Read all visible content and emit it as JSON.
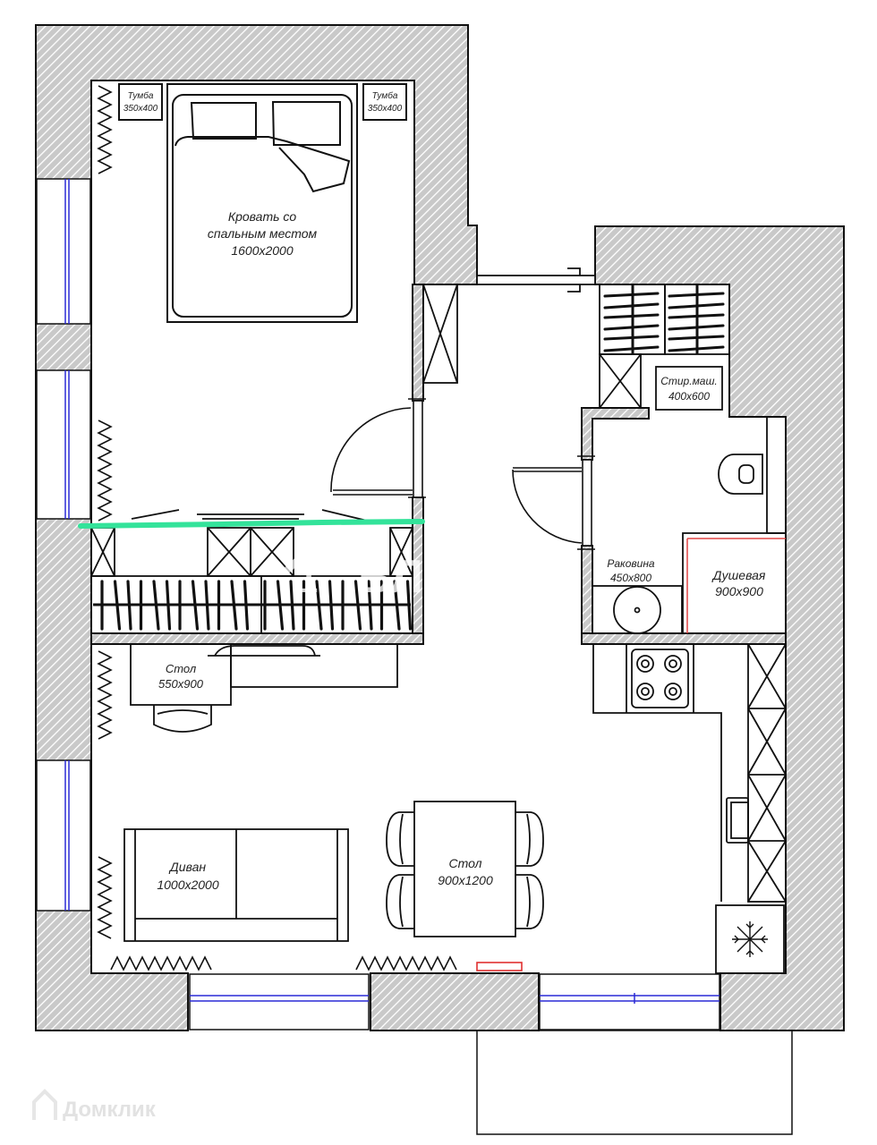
{
  "plan": {
    "title_hidden": "",
    "labels": {
      "nightstand_left": {
        "name": "Тумба",
        "size": "350x400"
      },
      "nightstand_right": {
        "name": "Тумба",
        "size": "350x400"
      },
      "bed": {
        "line1": "Кровать со",
        "line2": "спальным местом",
        "size": "1600x2000"
      },
      "washer": {
        "name": "Стир.маш.",
        "size": "400x600"
      },
      "sink": {
        "name": "Раковина",
        "size": "450x800"
      },
      "shower": {
        "name": "Душевая",
        "size": "900x900"
      },
      "desk": {
        "name": "Стол",
        "size": "550x900"
      },
      "sofa": {
        "name": "Диван",
        "size": "1000x2000"
      },
      "dining_table": {
        "name": "Стол",
        "size": "900x1200"
      }
    },
    "watermarks": {
      "brand": "ВЛАДИС",
      "brand_logo_digit": "1",
      "site": "Домклик"
    },
    "colors": {
      "wall_fill": "#c8c8c8",
      "hatch": "#ffffff",
      "line": "#111111",
      "window": "#2a2ad6",
      "partition_highlight": "#33e39a",
      "shower_border": "#e04444",
      "radiator_marker": "#e03030"
    },
    "icons": [
      "snowflake-icon",
      "stove-burner-icon",
      "toilet-icon",
      "sink-bowl-icon"
    ]
  }
}
